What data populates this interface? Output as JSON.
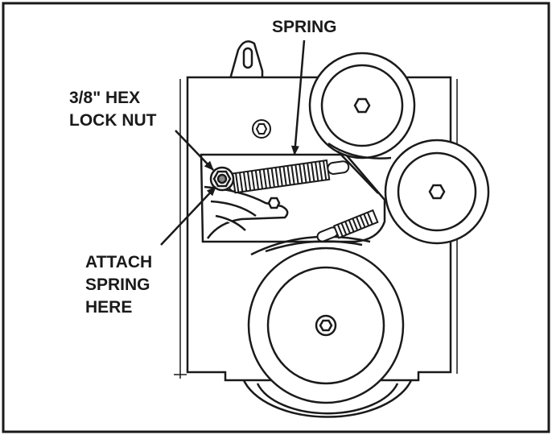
{
  "labels": {
    "spring": "SPRING",
    "lock_nut_line1": "3/8\" HEX",
    "lock_nut_line2": "LOCK NUT",
    "attach_line1": "ATTACH",
    "attach_line2": "SPRING",
    "attach_line3": "HERE"
  },
  "colors": {
    "ink": "#1a1a1a",
    "background": "#ffffff"
  }
}
